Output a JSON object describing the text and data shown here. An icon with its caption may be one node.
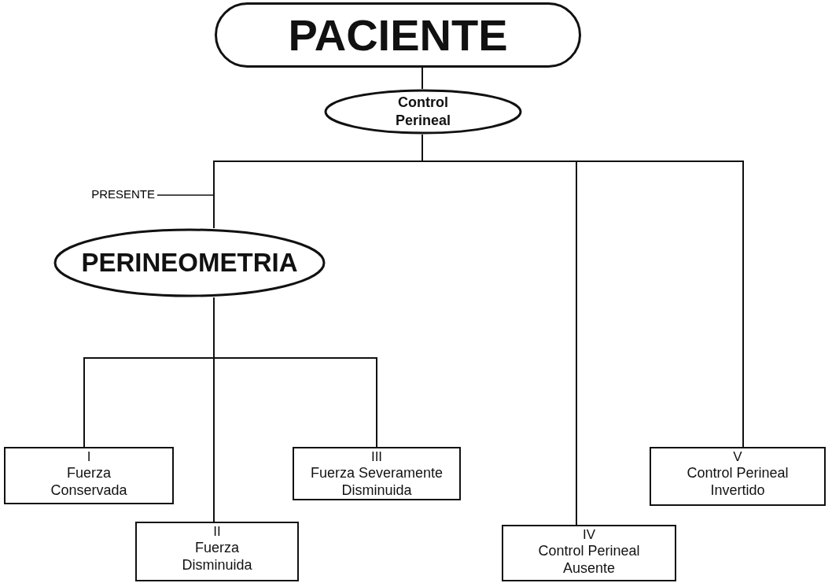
{
  "diagram": {
    "nodes": [
      {
        "text": [
          "PACIENTE"
        ]
      },
      {
        "text": [
          "Control Perineal"
        ]
      },
      {
        "text": [
          "PERINEOMETRIA"
        ]
      },
      {
        "text": [
          "I",
          "Fuerza Conservada"
        ]
      },
      {
        "text": [
          "III",
          "Fuerza Severamente Disminuida"
        ]
      },
      {
        "text": [
          "II",
          "Fuerza Disminuida"
        ]
      },
      {
        "text": [
          "V",
          "Control Perineal Invertido"
        ]
      },
      {
        "text": [
          "IV",
          "Control Perineal Ausente"
        ]
      }
    ],
    "edges": [
      {
        "from": 0,
        "to": 1,
        "arrow": "none"
      },
      {
        "from": 1,
        "to": 2,
        "arrow": "none",
        "label": "PRESENTE"
      },
      {
        "from": 1,
        "to": 7,
        "arrow": "none"
      },
      {
        "from": 1,
        "to": 6,
        "arrow": "none"
      },
      {
        "from": 2,
        "to": 3,
        "arrow": "none"
      },
      {
        "from": 2,
        "to": 5,
        "arrow": "none"
      },
      {
        "from": 2,
        "to": 4,
        "arrow": "none"
      }
    ]
  }
}
